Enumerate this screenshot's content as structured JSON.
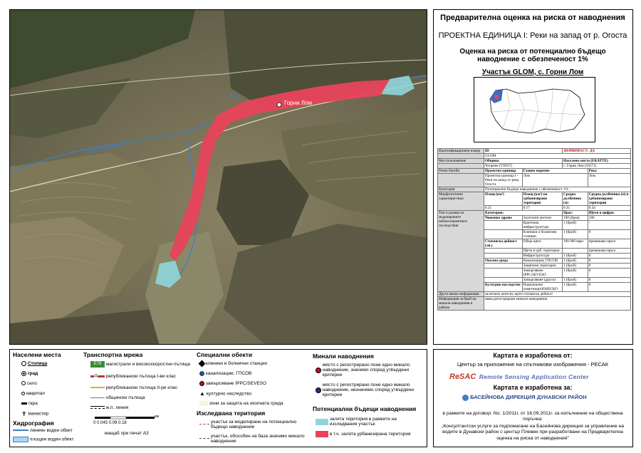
{
  "map": {
    "river_label_1": "Лом",
    "river_label_2": "Краставичка",
    "village_label": "Горни Лом"
  },
  "header": {
    "title": "Предварителна оценка на риска от наводнения",
    "unit": "ПРОЕКТНА ЕДИНИЦА I: Реки на запад от р. Огоста",
    "subtitle": "Оценка на риска от потенциално бъдещо наводнение с обезпеченост 1%",
    "section": "Участък GLOM, с. Горни Лом"
  },
  "id_table": {
    "r1": {
      "a": "Идентификационен номер",
      "b": "ID",
      "c": "ЗНАЧИМОСТ: ДА",
      "b2": "GLOM"
    },
    "r2": {
      "a": "Местоположение",
      "b": "Община",
      "c": "Населено място (ЕКАТТЕ)",
      "b2": "Чупрене (VID37)",
      "c2": "с. Горни Лом (16571)"
    },
    "r3": {
      "a": "Речен басейн",
      "b": "Проектна единица",
      "c": "Главно поречие",
      "d": "Река",
      "b2": "Проектна единица I - Реки на запад от река Огоста",
      "c2": "Лом",
      "d2": "Лом"
    },
    "r4": {
      "a": "Категория",
      "b": "Потенциално бъдещо наводнение с обезпеченост 1%"
    },
    "r5": {
      "a": "Морфологични характеристики",
      "h1": "Площ (км²)",
      "h2": "Площ (км²) на урбанизирани територии",
      "h3": "Средна дълбочина (м)",
      "h4": "Средна дълбочина (м) в урбанизирани територии",
      "v1": "0.21",
      "v2": "0.17",
      "v3": "0.35",
      "v4": "0.34"
    },
    "r6": {
      "a": "Тип и размер на моделираните неблагоприятните последствия",
      "h1": "Категория:",
      "h2": "Праг:",
      "h3": "Щети в цифри:",
      "rows": [
        {
          "cat": "Човешко здраве",
          "item": "Засегнати жители",
          "thr": "100 (броя)",
          "val": "186"
        },
        {
          "cat": "",
          "item": "Критична инфраструктура",
          "thr": "1 (брой)",
          "val": "-"
        },
        {
          "cat": "",
          "item": "Клиники и болнични станции",
          "thr": "1 (брой)",
          "val": "0"
        },
        {
          "cat": "Стопанска дейност (лв.)",
          "item": "Обща щета",
          "thr": "100 000 евро",
          "val": "превишава прага"
        },
        {
          "cat": "",
          "item": "Щети в урб. територии",
          "thr": "",
          "val": "превишава прага"
        },
        {
          "cat": "",
          "item": "Инфраструктура",
          "thr": "1 (брой)",
          "val": "0"
        },
        {
          "cat": "Околна среда",
          "item": "Канализация, ГПСОВ",
          "thr": "1 (брой)",
          "val": "0"
        },
        {
          "cat": "",
          "item": "Защитени територии",
          "thr": "1 (брой)",
          "val": "0"
        },
        {
          "cat": "",
          "item": "Замърсяване IPPC/SEVESO",
          "thr": "1 (брой)",
          "val": "0"
        },
        {
          "cat": "",
          "item": "Замърсяване (други)",
          "thr": "1 (брой)",
          "val": "0"
        },
        {
          "cat": "Културно наследство",
          "item": "Национални паметници/ЮНЕСКО",
          "thr": "1 (брой)",
          "val": "0"
        }
      ]
    },
    "r7": {
      "a": "Друга важна информация",
      "b": "засегнати жители; щети стопанска дейност"
    },
    "r8": {
      "a": "Информация за брой на минали наводнения в района",
      "b": "няма регистрирани минали наводнения"
    }
  },
  "legend": {
    "settlements": {
      "title": "Населени места",
      "items": [
        "Столица",
        "град",
        "село",
        "квартал",
        "гара",
        "манастир"
      ]
    },
    "hydro": {
      "title": "Хидрография",
      "items": [
        "линеен воден обект",
        "площен воден обект"
      ]
    },
    "transport": {
      "title": "Транспортна мрежа",
      "items": [
        "магистрали и високоскоростни пътища",
        "републикански пътища I-ви клас",
        "републикански пътища II-ри клас",
        "общински пътища",
        "ж.п. линия"
      ],
      "e79": "E79",
      "road11": "11",
      "scale_unit": "км",
      "scale_ticks": [
        "0",
        "0.045",
        "0.09",
        "0.18"
      ],
      "scale_text": "мащаб при печат А3"
    },
    "special": {
      "title": "Специални обекти",
      "items": [
        "клиники и болнични станции",
        "канализации, ГПСОВ",
        "замърсяване IPPC/SEVESO",
        "културно наследство",
        "зони за защита на околната среда"
      ]
    },
    "study": {
      "title": "Изследвана територия",
      "items": [
        "участък за моделиране на потенциално бъдещо наводнение",
        "участък, обособен на база значимо минало наводнение"
      ]
    },
    "past": {
      "title": "Минали наводнения",
      "items": [
        "място с регистрирано поне едно минало наводнение, значимо според утвърдени критерии",
        "място с регистрирано поне едно минало наводнение, незначимо според утвърдени критерии"
      ]
    },
    "future": {
      "title": "Потенциални бъдещи наводнения",
      "items": [
        "залята територия в рамките на изследвания участък",
        "в т.ч. залята урбанизирана територия"
      ]
    }
  },
  "credits": {
    "made_by": "Картата е изработена от:",
    "center": "Център за приложение на спътникови изображения - РЕСАК",
    "resac_logo": "ReSAC",
    "resac_full": "Remote Sensing Application Center",
    "made_for": "Картата е изработена за:",
    "bd_logo": "БАСЕЙНОВА ДИРЕКЦИЯ ДУНАВСКИ РАЙОН",
    "contract": "в рамките на договор: No. 1/2011г. от 16.09.2011г. за изпълнение на обществена поръчка:",
    "project": "„Консултантски услуги за подпомагане на Басейнова дирекция за управление на водите в Дунавски район с център Плевен при разработване на Предварителна оценка на риска от наводнения\""
  },
  "colors": {
    "flood": "#e8435a",
    "flood_light": "#8fd6dc",
    "river": "#3f7ec4"
  }
}
